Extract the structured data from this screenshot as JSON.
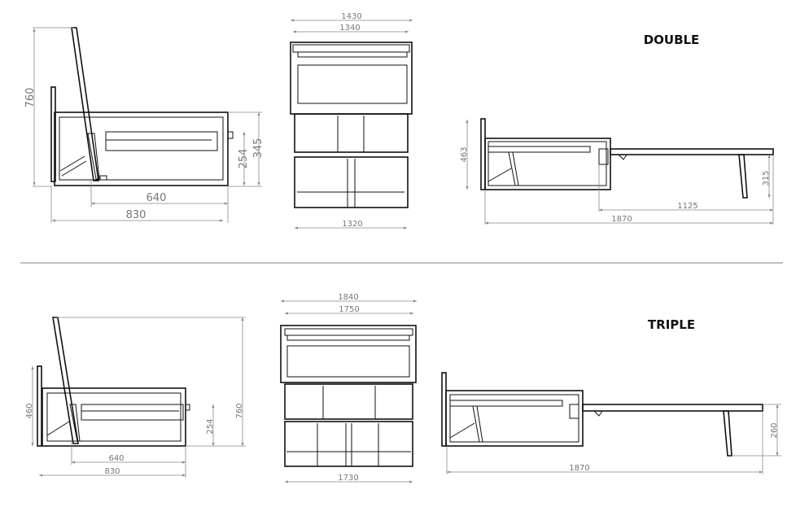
{
  "double": {
    "title": "DOUBLE",
    "side_view": {
      "height": "760",
      "depth_inner": "640",
      "depth": "830",
      "seat_inner": "254",
      "seat_height": "345"
    },
    "top_view": {
      "width_outer": "1430",
      "width_inner": "1340",
      "width_bottom": "1320"
    },
    "open_view": {
      "height": "463",
      "bed_extension": "1125",
      "total_length": "1870",
      "leg_height": "315"
    }
  },
  "triple": {
    "title": "TRIPLE",
    "side_view": {
      "height_post": "460",
      "depth_inner": "640",
      "depth": "830",
      "seat_inner": "254",
      "height": "760"
    },
    "top_view": {
      "width_outer": "1840",
      "width_inner": "1750",
      "width_bottom": "1730"
    },
    "open_view": {
      "total_length": "1870",
      "leg_height": "260"
    }
  }
}
